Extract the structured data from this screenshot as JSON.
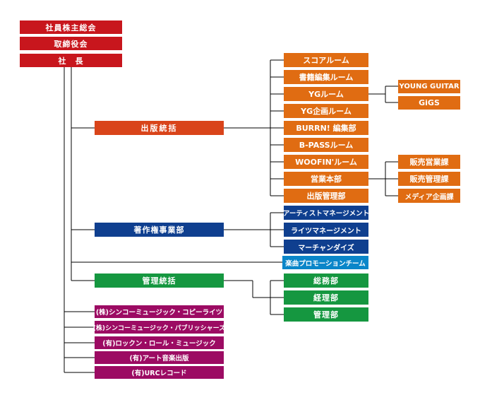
{
  "top": {
    "shareholders": "社員株主総会",
    "board": "取締役会",
    "president": "社　長"
  },
  "publishing": {
    "head": "出版統括",
    "units": [
      "スコアルーム",
      "書籍編集ルーム",
      "YGルーム",
      "YG企画ルーム",
      "BURRN! 編集部",
      "B-PASSルーム",
      "WOOFIN'ルーム",
      "営業本部",
      "出版管理部"
    ],
    "yg_sub": [
      "YOUNG GUITAR",
      "GiGS"
    ],
    "sales_sub": [
      "販売営業課",
      "販売管理課",
      "メディア企画課"
    ]
  },
  "copyright": {
    "head": "著作権事業部",
    "units": [
      "アーティストマネージメント",
      "ライツマネージメント",
      "マーチャンダイズ"
    ]
  },
  "music_promo": "楽曲プロモーションチーム",
  "admin": {
    "head": "管理統括",
    "units": [
      "総務部",
      "経理部",
      "管理部"
    ]
  },
  "subsidiaries": [
    "(株)シンコーミュージック・コピーライツ",
    "(株)シンコーミュージック・パブリッシャーズ",
    "(有)ロックン・ロール・ミュージック",
    "(有)アート音楽出版",
    "(有)URCレコード"
  ]
}
